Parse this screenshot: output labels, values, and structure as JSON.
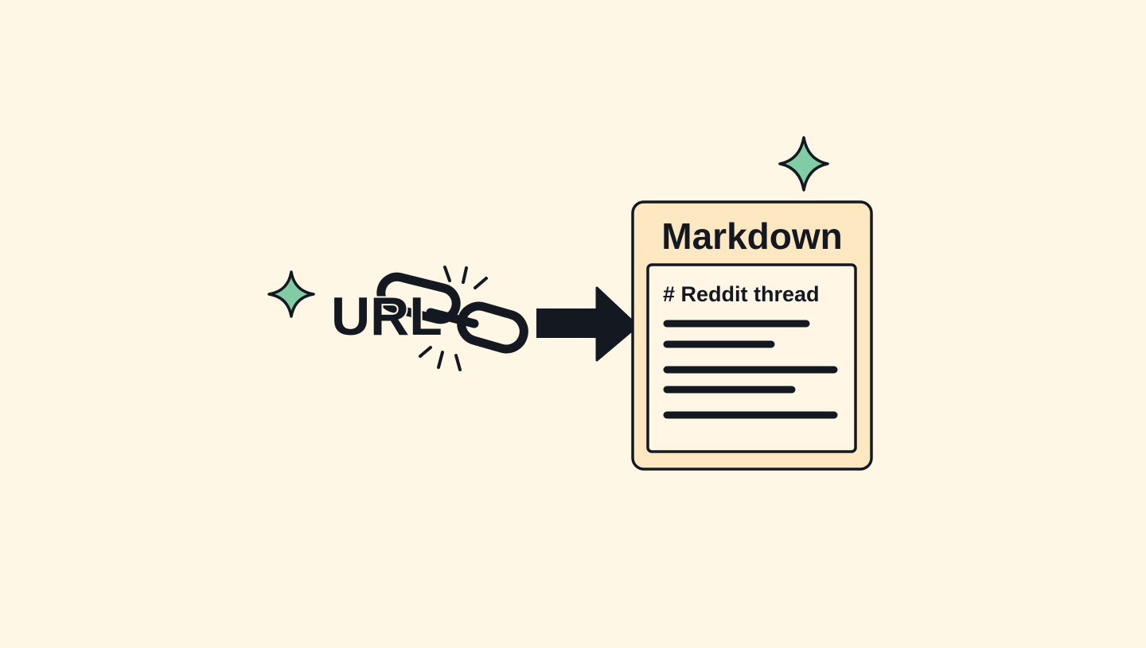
{
  "source": {
    "label": "URL",
    "icon": "broken-chain-link-icon"
  },
  "arrow": {
    "icon": "arrow-right-icon"
  },
  "document": {
    "title": "Markdown",
    "heading": "# Reddit thread",
    "text_line_count": 5
  },
  "decorations": {
    "icon": "sparkle-icon"
  },
  "colors": {
    "background": "#fff7e6",
    "card_fill": "#fde8c2",
    "inner_fill": "#fff6e6",
    "ink": "#141821",
    "sparkle": "#7fcca5"
  }
}
